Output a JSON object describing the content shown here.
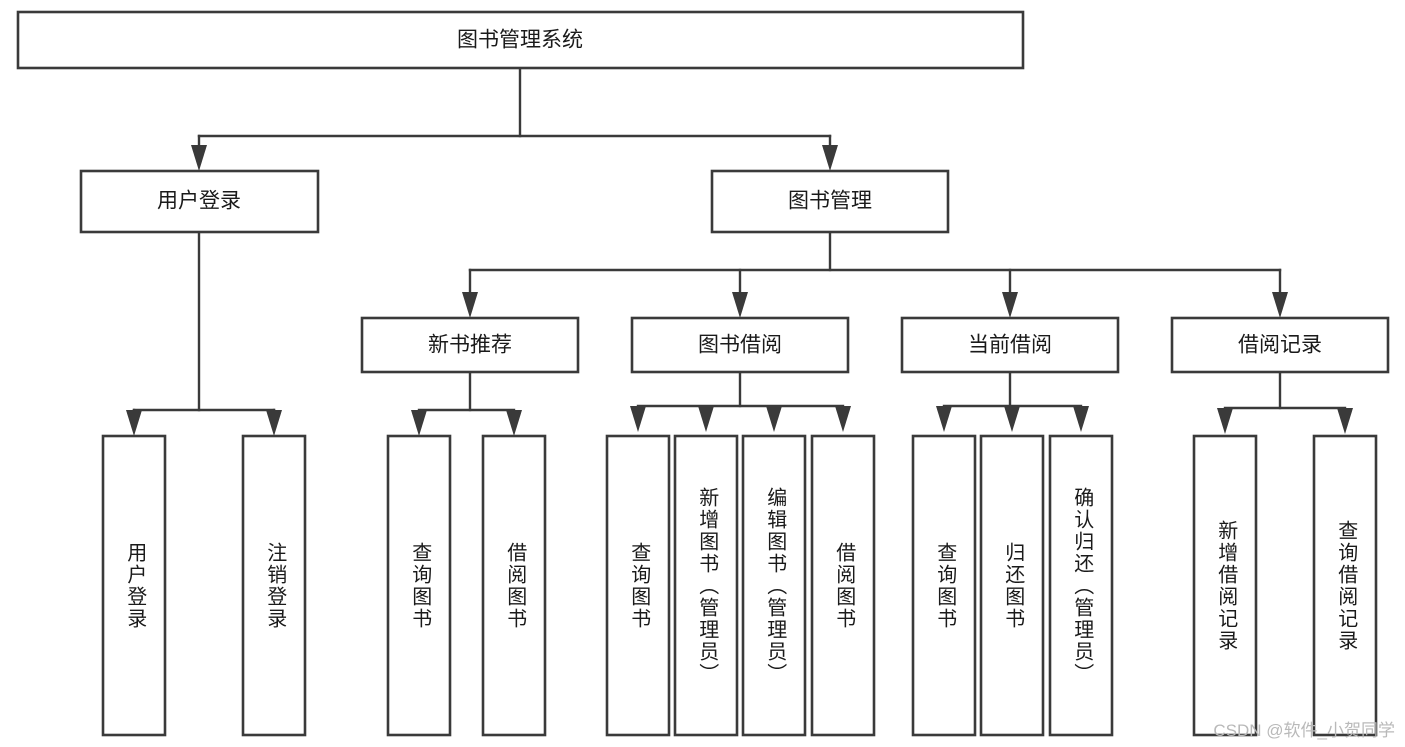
{
  "diagram": {
    "title": "图书管理系统",
    "type": "tree-structure-chart",
    "background_color": "#ffffff",
    "box_border_color": "#3a3a3a",
    "connector_color": "#3a3a3a",
    "text_color": "#1a1a1a",
    "levels": {
      "root": "图书管理系统",
      "level2": [
        "用户登录",
        "图书管理"
      ],
      "level3": [
        "新书推荐",
        "图书借阅",
        "当前借阅",
        "借阅记录"
      ]
    },
    "nodes": {
      "root": {
        "label": "图书管理系统",
        "orientation": "horizontal"
      },
      "user_login": {
        "label": "用户登录",
        "orientation": "horizontal"
      },
      "book_manage": {
        "label": "图书管理",
        "orientation": "horizontal"
      },
      "new_book_rec": {
        "label": "新书推荐",
        "orientation": "horizontal"
      },
      "book_borrow": {
        "label": "图书借阅",
        "orientation": "horizontal"
      },
      "current_borrow": {
        "label": "当前借阅",
        "orientation": "horizontal"
      },
      "borrow_record": {
        "label": "借阅记录",
        "orientation": "horizontal"
      }
    },
    "leaves": {
      "user_login": [
        {
          "label": "用户登录"
        },
        {
          "label": "注销登录"
        }
      ],
      "new_book_rec": [
        {
          "label": "查询图书"
        },
        {
          "label": "借阅图书"
        }
      ],
      "book_borrow": [
        {
          "label": "查询图书"
        },
        {
          "label": "新增图书（管理员）"
        },
        {
          "label": "编辑图书（管理员）"
        },
        {
          "label": "借阅图书"
        }
      ],
      "current_borrow": [
        {
          "label": "查询图书"
        },
        {
          "label": "归还图书"
        },
        {
          "label": "确认归还（管理员）"
        }
      ],
      "borrow_record": [
        {
          "label": "新增借阅记录"
        },
        {
          "label": "查询借阅记录"
        }
      ]
    }
  },
  "watermark": {
    "text": "CSDN @软件_小贺同学"
  }
}
